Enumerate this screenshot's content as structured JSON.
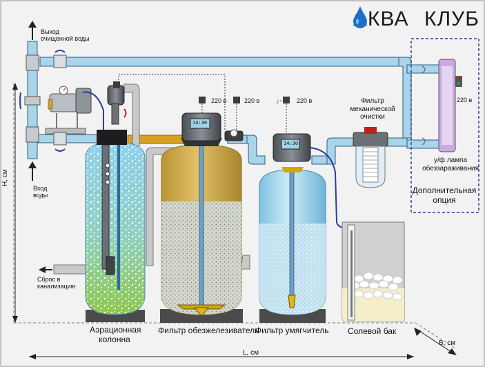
{
  "logo": {
    "left": "АКВА",
    "right": "КЛУБ"
  },
  "labels": {
    "outlet": "Выход\nочищенной воды",
    "inlet": "Вход\nводы",
    "drain": "Сброс в\nканализацию",
    "height_axis": "H, см",
    "length_axis": "L, см",
    "width_axis": "B, см",
    "mech_filter": "Фильтр\nмеханической\nочистки",
    "uv_lamp": "у/ф лампа\nобеззараживания",
    "optional": "Дополнительная\nопция",
    "power_1": "220 в",
    "power_2": "220 в",
    "power_3": "220 в",
    "power_4": "220 в",
    "display_1": "14:30",
    "display_2": "14:30"
  },
  "components": {
    "aeration": "Аэрационная\nколонна",
    "iron_filter": "Фильтр обезжелезиватель",
    "softener": "Фильтр умягчитель",
    "brine_tank": "Солевой бак"
  },
  "colors": {
    "pipe_blue": "#a9d4ea",
    "pipe_outline": "#2a5d86",
    "pipe_gray": "#c9c9c9",
    "pipe_orange": "#d8a020",
    "frame_dash": "#2b3a8f",
    "uv_purple": "#c9a9e4"
  }
}
